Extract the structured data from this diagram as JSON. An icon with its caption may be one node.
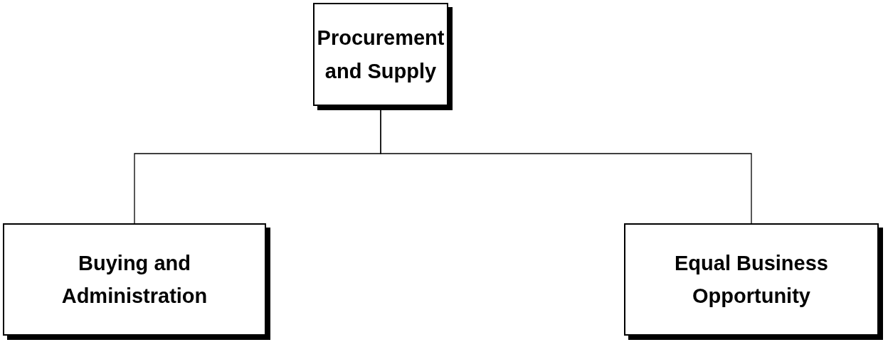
{
  "diagram": {
    "nodes": [
      {
        "text": [
          "Procurement and Supply"
        ]
      },
      {
        "text": [
          "Buying and Administration"
        ]
      },
      {
        "text": [
          "Equal Business Opportunity"
        ]
      }
    ],
    "edges": [
      {
        "from": 0,
        "to": 1,
        "arrow": "none"
      },
      {
        "from": 0,
        "to": 2,
        "arrow": "none"
      }
    ]
  }
}
